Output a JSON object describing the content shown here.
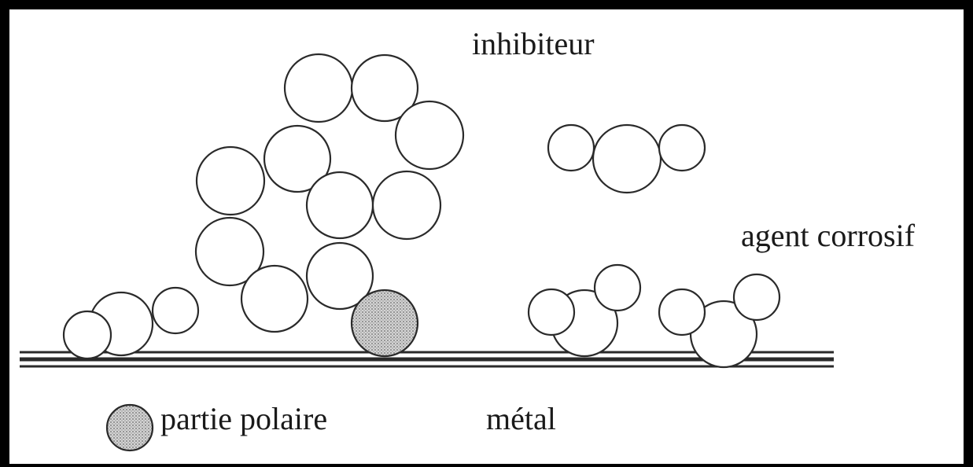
{
  "labels": {
    "inhibitor": "inhibiteur",
    "corrosive_agent": "agent corrosif",
    "polar_part": "partie polaire",
    "metal": "métal"
  },
  "colors": {
    "frame": "#000000",
    "background": "#ffffff",
    "stroke": "#2a2a2a",
    "polar_fill": "#c8c8c8"
  }
}
